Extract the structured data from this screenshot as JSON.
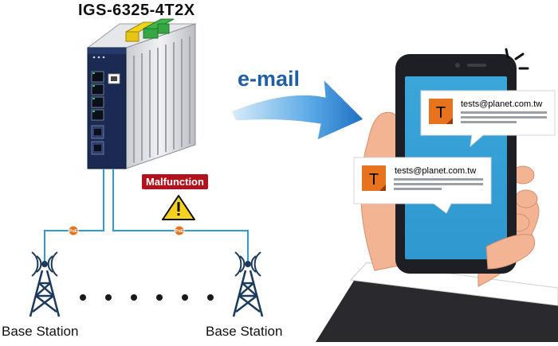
{
  "device": {
    "model": "IGS-6325-4T2X"
  },
  "notification": {
    "label": "e-mail"
  },
  "alarm": {
    "label": "Malfunction"
  },
  "link": {
    "poe_label": "PoE"
  },
  "stations": [
    {
      "label": "Base Station"
    },
    {
      "label": "Base Station"
    }
  ],
  "emails": [
    {
      "avatar": "T",
      "sender": "tests@planet.com.tw"
    },
    {
      "avatar": "T",
      "sender": "tests@planet.com.tw"
    }
  ],
  "colors": {
    "accent": "#1f5fa8",
    "alarm": "#b3121c",
    "avatar": "#e8731e",
    "link": "#2e9ad6",
    "poe": "#e8731e"
  }
}
